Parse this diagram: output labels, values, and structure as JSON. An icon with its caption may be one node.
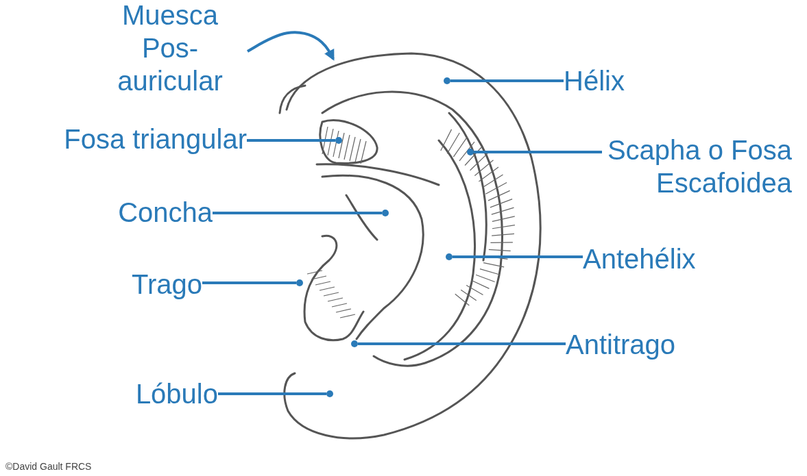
{
  "diagram": {
    "nodes": [
      {
        "text": [
          "Muesca Pos-auricular"
        ]
      },
      {
        "text": [
          "Hélix"
        ]
      },
      {
        "text": [
          "Fosa triangular"
        ]
      },
      {
        "text": [
          "Scapha o Fosa Escafoidea"
        ]
      },
      {
        "text": [
          "Concha"
        ]
      },
      {
        "text": [
          "Antehélix"
        ]
      },
      {
        "text": [
          "Trago"
        ]
      },
      {
        "text": [
          "Antitrago"
        ]
      },
      {
        "text": [
          "Lóbulo"
        ]
      },
      {
        "text": [],
        "shape": "circle"
      },
      {
        "text": [],
        "shape": "circle"
      },
      {
        "text": [],
        "shape": "circle"
      },
      {
        "text": [],
        "shape": "circle"
      },
      {
        "text": [],
        "shape": "circle"
      },
      {
        "text": [],
        "shape": "circle"
      },
      {
        "text": [],
        "shape": "circle"
      },
      {
        "text": [],
        "shape": "circle"
      }
    ],
    "edges": [
      {
        "from": 0,
        "to": null,
        "arrow": "to"
      },
      {
        "from": 1,
        "to": 9,
        "arrow": "none"
      },
      {
        "from": 2,
        "to": 10,
        "arrow": "none"
      },
      {
        "from": 3,
        "to": 11,
        "arrow": "none"
      },
      {
        "from": 4,
        "to": 12,
        "arrow": "none"
      },
      {
        "from": 5,
        "to": 13,
        "arrow": "none"
      },
      {
        "from": 6,
        "to": 14,
        "arrow": "none"
      },
      {
        "from": 7,
        "to": 15,
        "arrow": "none"
      },
      {
        "from": 8,
        "to": 16,
        "arrow": "none"
      }
    ],
    "labels": [
      "©David Gault FRCS"
    ]
  }
}
